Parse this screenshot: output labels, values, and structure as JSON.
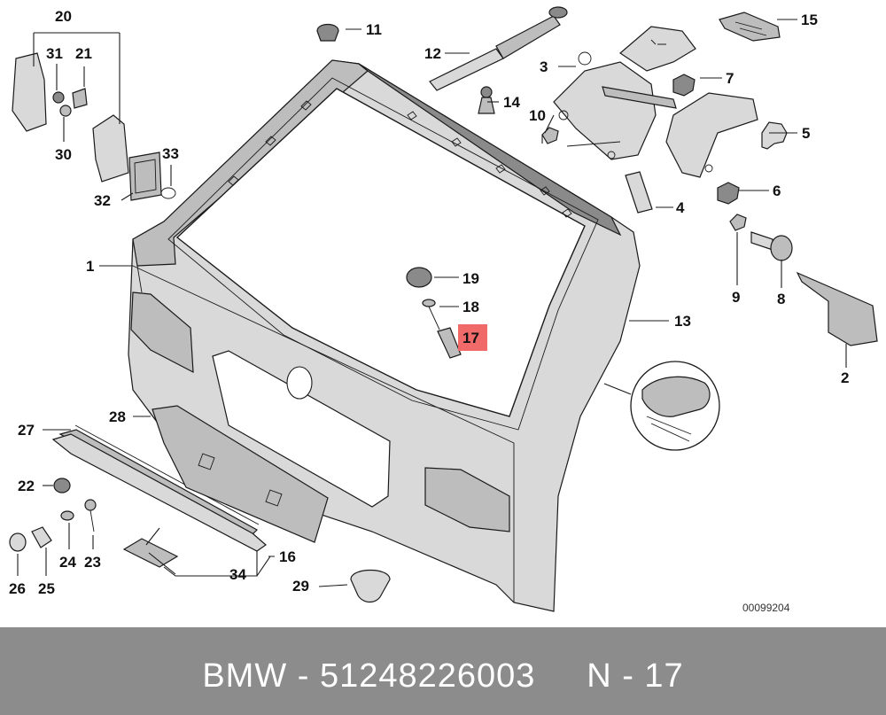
{
  "callouts": [
    {
      "id": "c1",
      "label": "1"
    },
    {
      "id": "c2",
      "label": "2"
    },
    {
      "id": "c3",
      "label": "3"
    },
    {
      "id": "c4",
      "label": "4"
    },
    {
      "id": "c5",
      "label": "5"
    },
    {
      "id": "c6",
      "label": "6"
    },
    {
      "id": "c7",
      "label": "7"
    },
    {
      "id": "c8",
      "label": "8"
    },
    {
      "id": "c9",
      "label": "9"
    },
    {
      "id": "c10",
      "label": "10"
    },
    {
      "id": "c11",
      "label": "11"
    },
    {
      "id": "c12",
      "label": "12"
    },
    {
      "id": "c13",
      "label": "13"
    },
    {
      "id": "c14",
      "label": "14"
    },
    {
      "id": "c15",
      "label": "15"
    },
    {
      "id": "c16",
      "label": "16"
    },
    {
      "id": "c17",
      "label": "17",
      "highlight": true
    },
    {
      "id": "c18",
      "label": "18"
    },
    {
      "id": "c19",
      "label": "19"
    },
    {
      "id": "c20",
      "label": "20"
    },
    {
      "id": "c21",
      "label": "21"
    },
    {
      "id": "c22",
      "label": "22"
    },
    {
      "id": "c23",
      "label": "23"
    },
    {
      "id": "c24",
      "label": "24"
    },
    {
      "id": "c25",
      "label": "25"
    },
    {
      "id": "c26",
      "label": "26"
    },
    {
      "id": "c27",
      "label": "27"
    },
    {
      "id": "c28",
      "label": "28"
    },
    {
      "id": "c29",
      "label": "29"
    },
    {
      "id": "c30",
      "label": "30"
    },
    {
      "id": "c31",
      "label": "31"
    },
    {
      "id": "c32",
      "label": "32"
    },
    {
      "id": "c33",
      "label": "33"
    },
    {
      "id": "c34",
      "label": "34"
    }
  ],
  "diagram_code": "00099204",
  "footer_text": "BMW - 51248226003     N - 17",
  "colors": {
    "highlight": "#f06a6a",
    "footer_bg": "#8c8c8c",
    "footer_text": "#ffffff"
  }
}
